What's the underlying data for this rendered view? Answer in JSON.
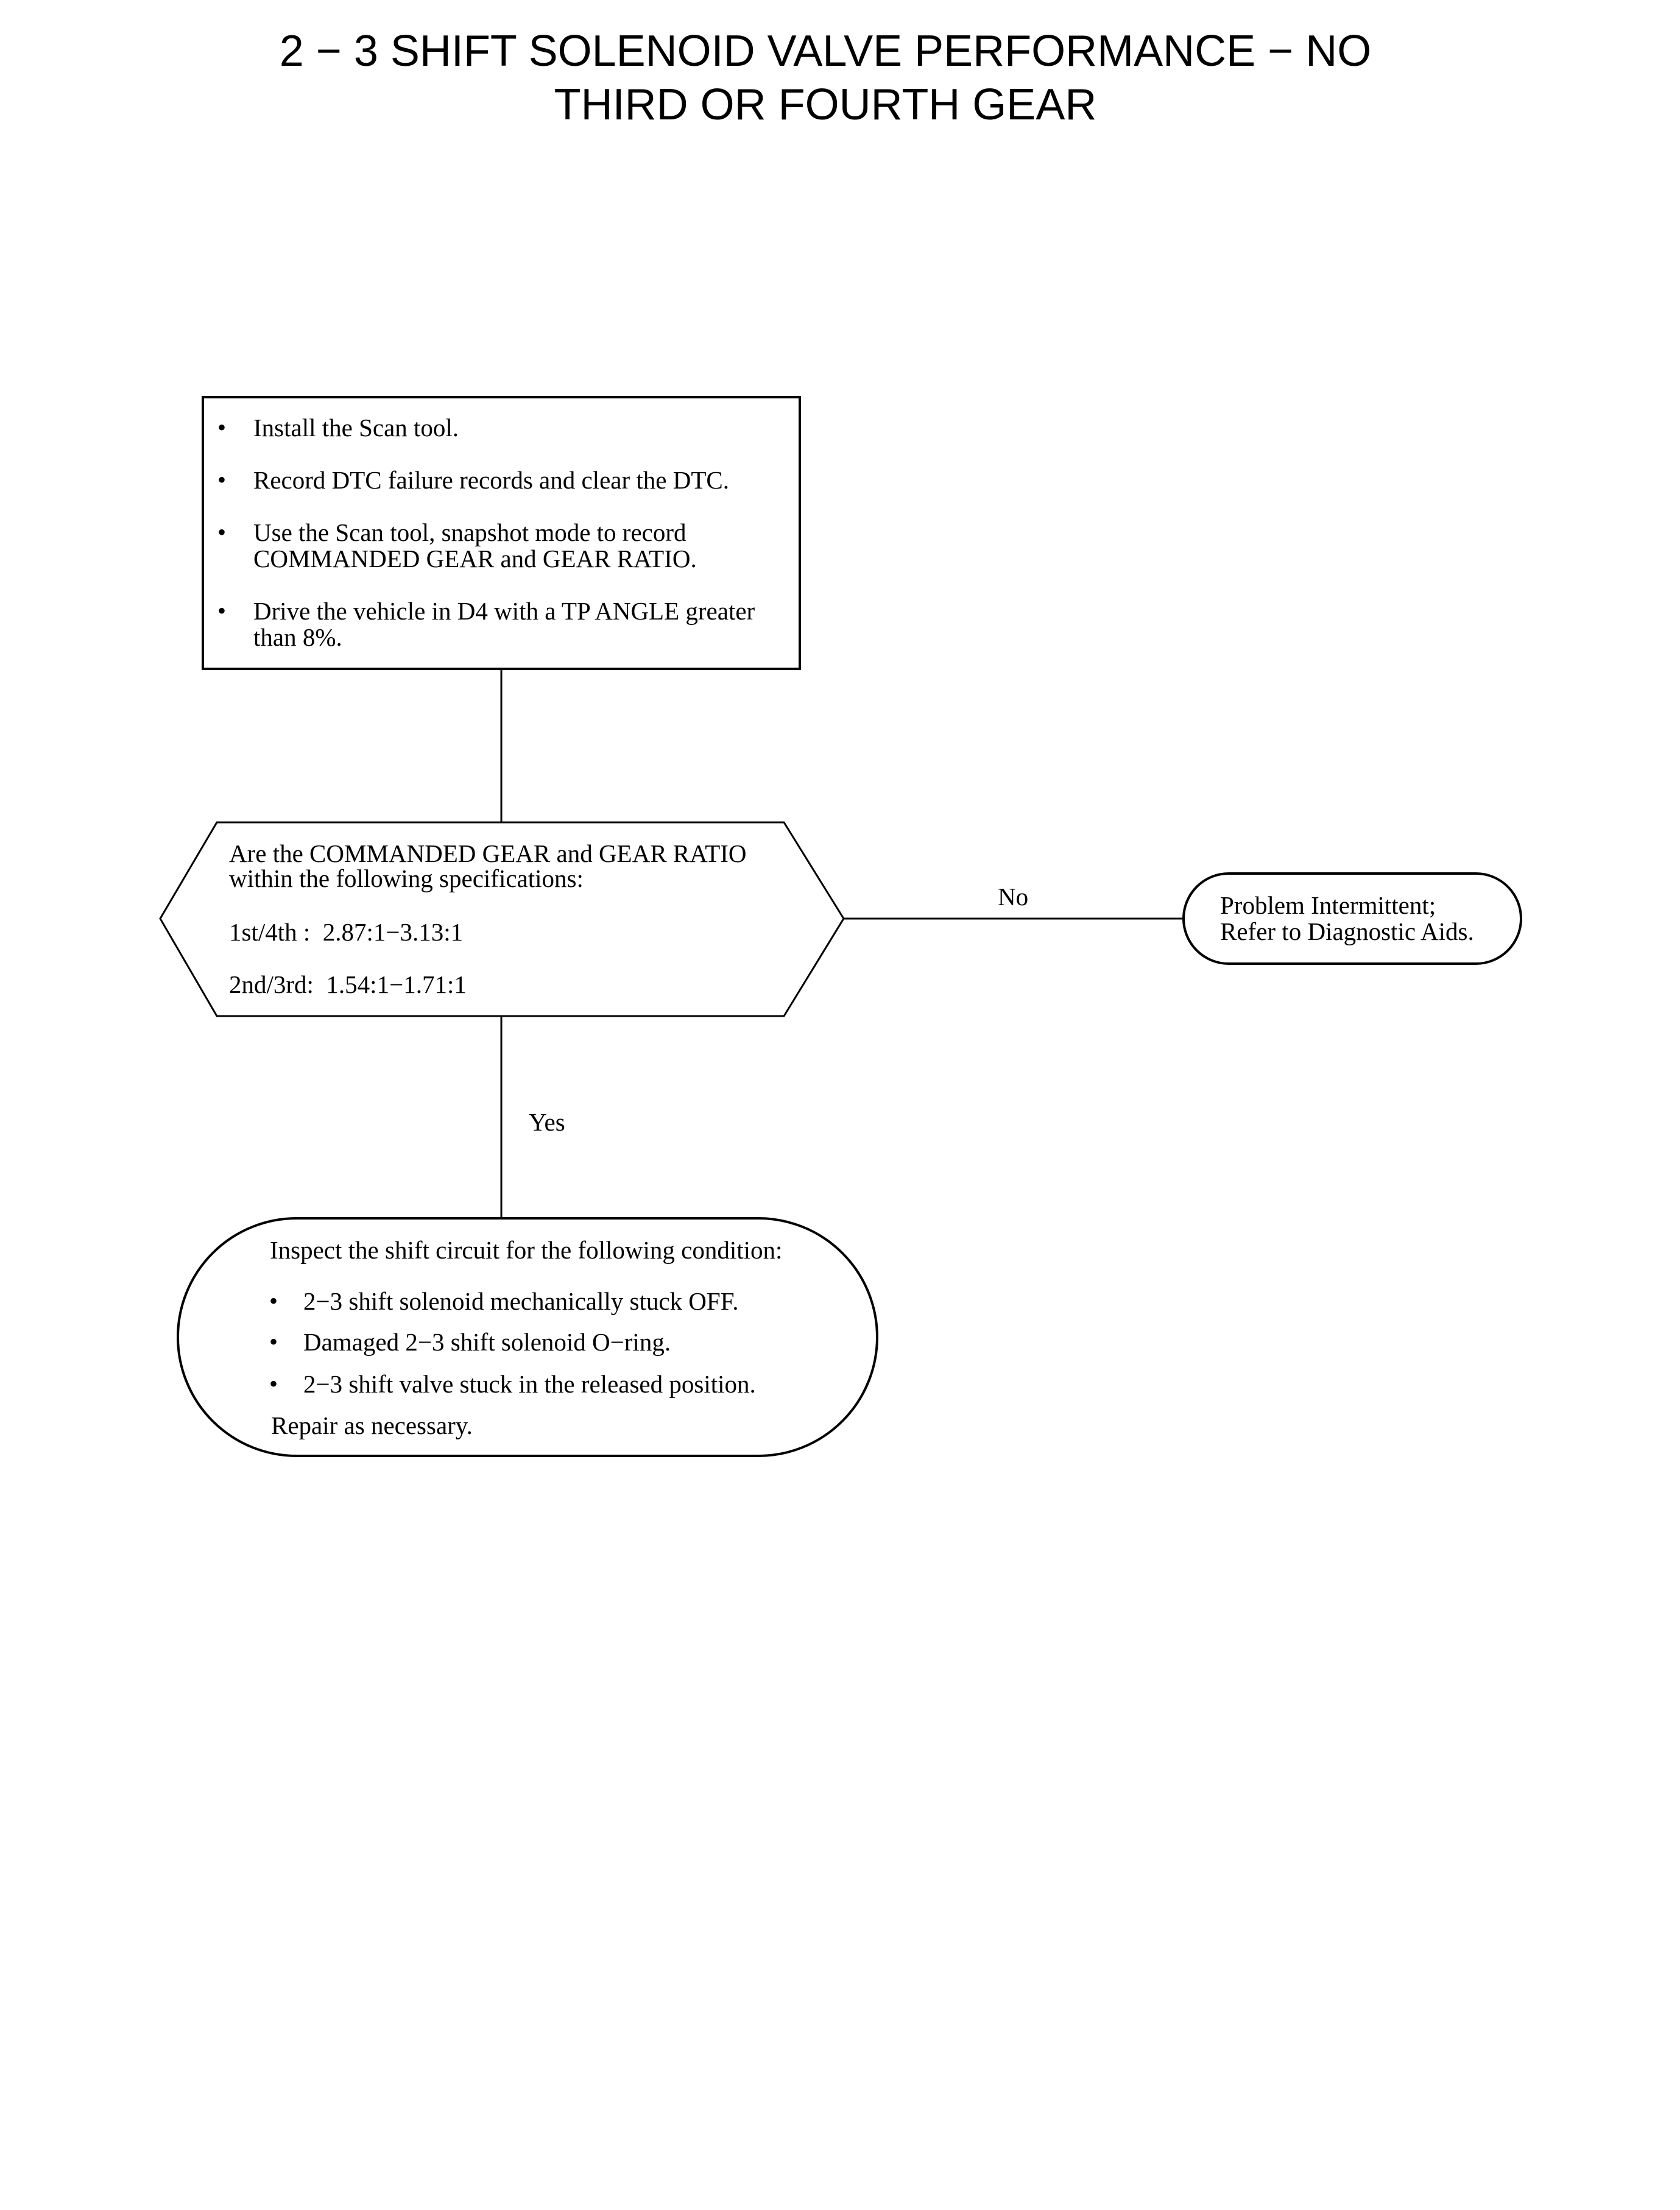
{
  "title": {
    "line1": "2 − 3 SHIFT SOLENOID VALVE PERFORMANCE − NO",
    "line2": "THIRD OR FOURTH GEAR"
  },
  "bullet_glyph": "•",
  "step1": {
    "items": [
      {
        "lines": [
          "Install the Scan tool."
        ]
      },
      {
        "lines": [
          "Record DTC failure records and clear the DTC."
        ]
      },
      {
        "lines": [
          "Use the Scan tool, snapshot mode to record",
          "COMMANDED GEAR and GEAR RATIO."
        ]
      },
      {
        "lines": [
          "Drive the vehicle in D4 with a TP ANGLE greater",
          "than 8%."
        ]
      }
    ]
  },
  "decision": {
    "question_line1": "Are the COMMANDED GEAR and GEAR RATIO",
    "question_line2": "within the following specifications:",
    "spec1": "1st/4th :  2.87:1−3.13:1",
    "spec2": "2nd/3rd:  1.54:1−1.71:1"
  },
  "branch_no": {
    "label": "No",
    "result_line1": "Problem Intermittent;",
    "result_line2": "Refer to Diagnostic Aids."
  },
  "branch_yes": {
    "label": "Yes",
    "intro": "Inspect the shift circuit for the following condition:",
    "items": [
      "2−3 shift solenoid mechanically stuck OFF.",
      "Damaged 2−3 shift solenoid O−ring.",
      "2−3 shift valve stuck in the released position."
    ],
    "closing": "Repair as necessary."
  }
}
